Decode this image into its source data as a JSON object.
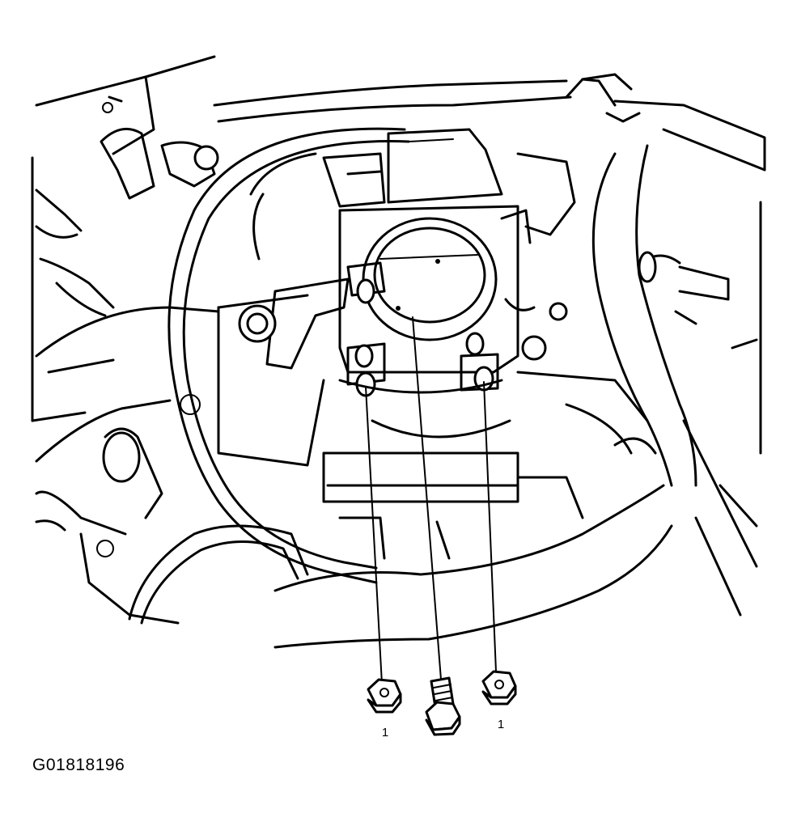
{
  "figure": {
    "code": "G01818196",
    "callouts": [
      {
        "id": "left-nut",
        "label": "1"
      },
      {
        "id": "right-nut",
        "label": "1"
      }
    ]
  },
  "colors": {
    "ink": "#000000",
    "paper": "#ffffff"
  },
  "icons": [
    "nut-icon",
    "bolt-icon",
    "throttle-body-icon",
    "wiring-harness-icon"
  ]
}
